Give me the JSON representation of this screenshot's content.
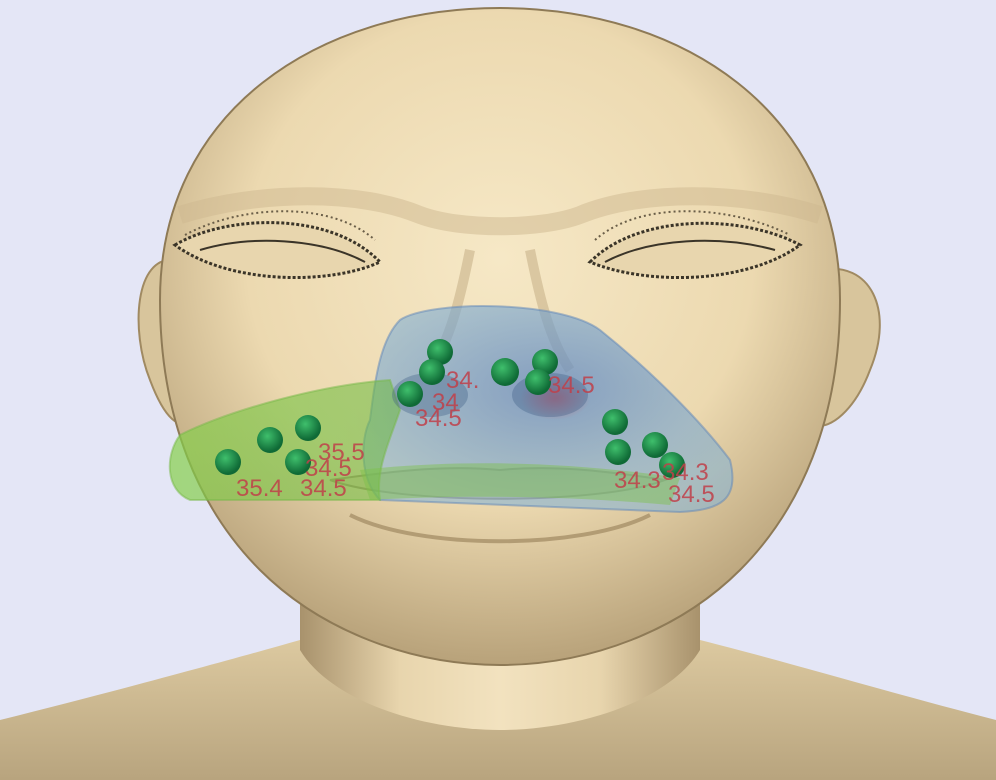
{
  "scene": {
    "background_color": "#e4e6f6",
    "skin_color": "#eedcb5",
    "skin_shadow_color": "#c9b58c",
    "eye_line_color": "#3a3428",
    "region_colors": {
      "nose_region": "#7aa8d4",
      "left_cheek_region": "#8acd58"
    },
    "sensor_color": "#1a8a4a"
  },
  "readings": {
    "nose_1": "34.",
    "nose_2": "34",
    "nose_3": "34.5",
    "nose_4": "34.5",
    "cheek_1": "35.5",
    "cheek_2": "34.5",
    "cheek_3": "35.4",
    "cheek_4": "34.5",
    "right_1": "34.3",
    "right_2": "34.3",
    "right_3": "34.5"
  }
}
